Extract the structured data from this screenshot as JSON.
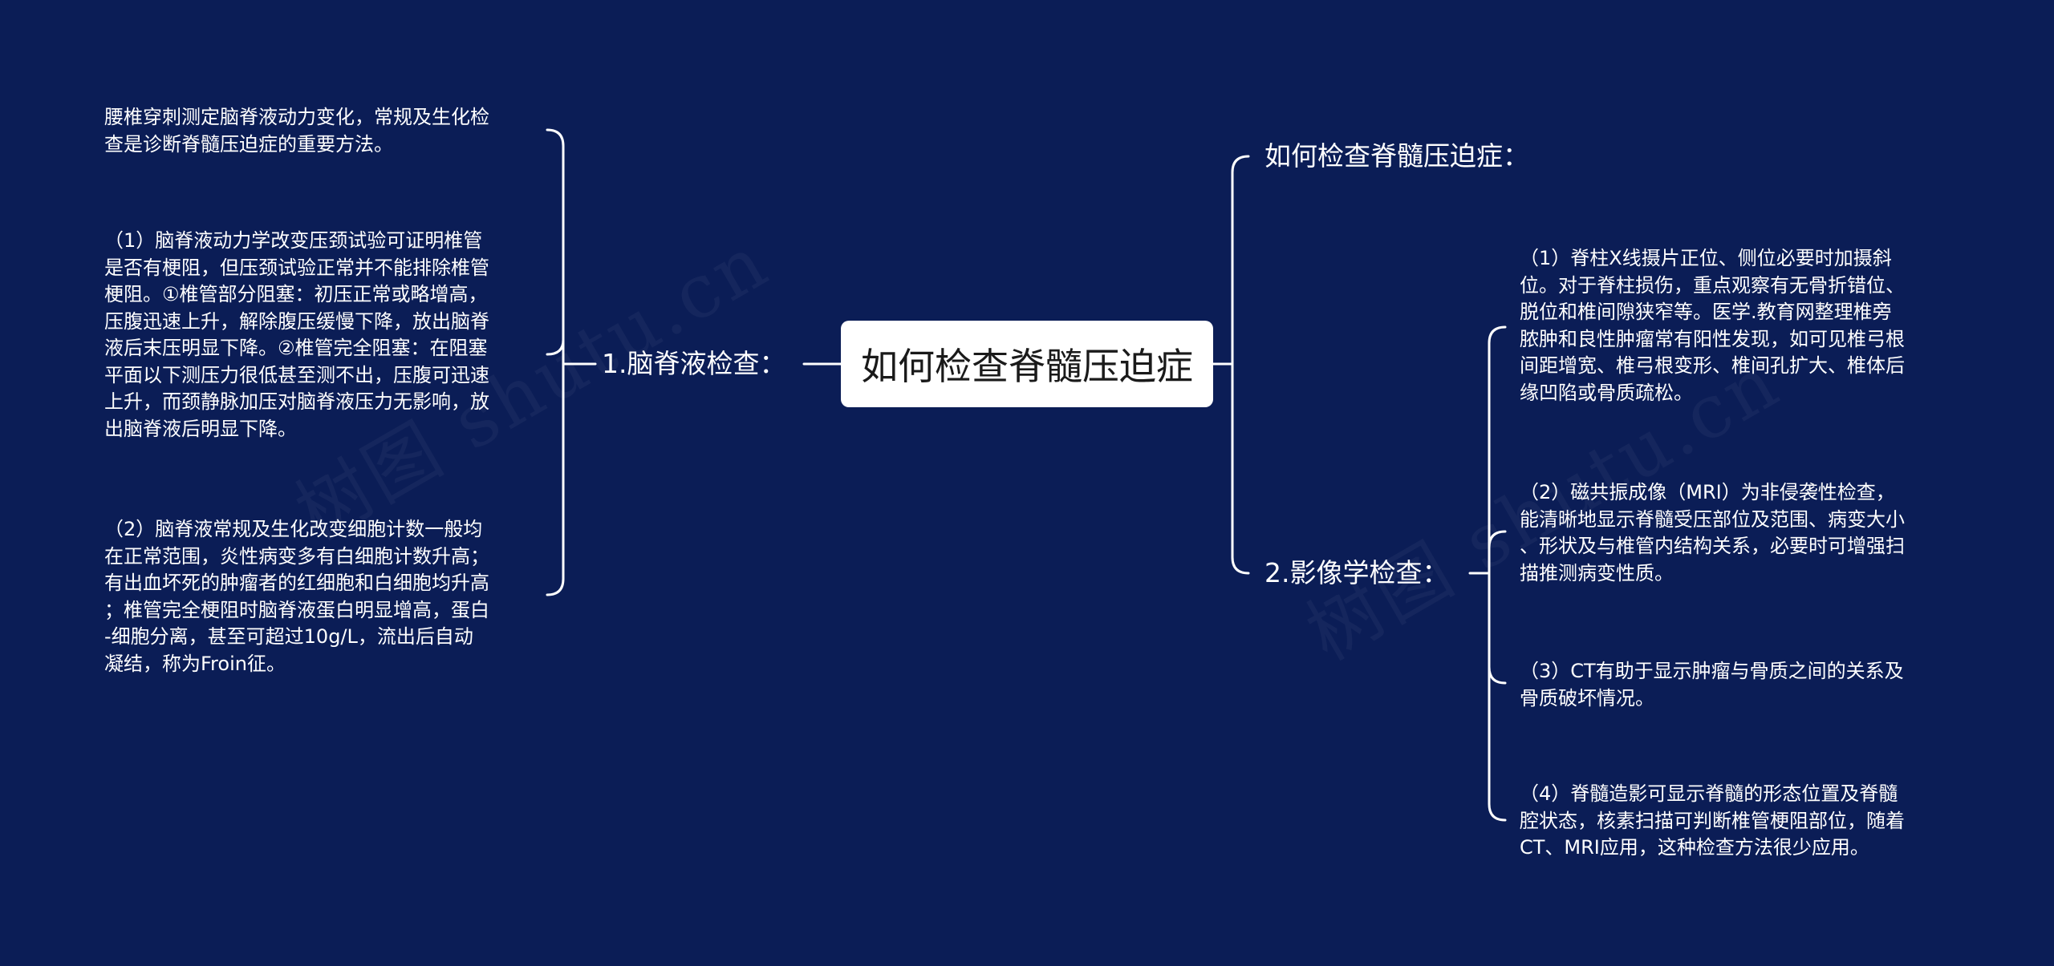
{
  "watermarks": [
    "树图 shutu.cn",
    "树图 shutu.cn"
  ],
  "root": {
    "label": "如何检查脊髓压迫症"
  },
  "left": {
    "branch_label": "1.脑脊液检查：",
    "leaves": [
      "腰椎穿刺测定脑脊液动力变化，常规及生化检\n查是诊断脊髓压迫症的重要方法。",
      "（1）脑脊液动力学改变压颈试验可证明椎管\n是否有梗阻，但压颈试验正常并不能排除椎管\n梗阻。①椎管部分阻塞：初压正常或略增高，\n压腹迅速上升，解除腹压缓慢下降，放出脑脊\n液后末压明显下降。②椎管完全阻塞：在阻塞\n平面以下测压力很低甚至测不出，压腹可迅速\n上升，而颈静脉加压对脑脊液压力无影响，放\n出脑脊液后明显下降。",
      "（2）脑脊液常规及生化改变细胞计数一般均\n在正常范围，炎性病变多有白细胞计数升高；\n有出血坏死的肿瘤者的红细胞和白细胞均升高\n；椎管完全梗阻时脑脊液蛋白明显增高，蛋白\n-细胞分离，甚至可超过10g/L，流出后自动\n凝结，称为Froin征。"
    ]
  },
  "right": {
    "branches": [
      {
        "label": "如何检查脊髓压迫症："
      },
      {
        "label": "2.影像学检查："
      }
    ],
    "leaves": [
      "（1）脊柱X线摄片正位、侧位必要时加摄斜\n位。对于脊柱损伤，重点观察有无骨折错位、\n脱位和椎间隙狭窄等。医学.教育网整理椎旁\n脓肿和良性肿瘤常有阳性发现，如可见椎弓根\n间距增宽、椎弓根变形、椎间孔扩大、椎体后\n缘凹陷或骨质疏松。",
      "（2）磁共振成像（MRI）为非侵袭性检查，\n能清晰地显示脊髓受压部位及范围、病变大小\n、形状及与椎管内结构关系，必要时可增强扫\n描推测病变性质。",
      "（3）CT有助于显示肿瘤与骨质之间的关系及\n骨质破坏情况。",
      "（4）脊髓造影可显示脊髓的形态位置及脊髓\n腔状态，核素扫描可判断椎管梗阻部位，随着\nCT、MRI应用，这种检查方法很少应用。"
    ]
  }
}
